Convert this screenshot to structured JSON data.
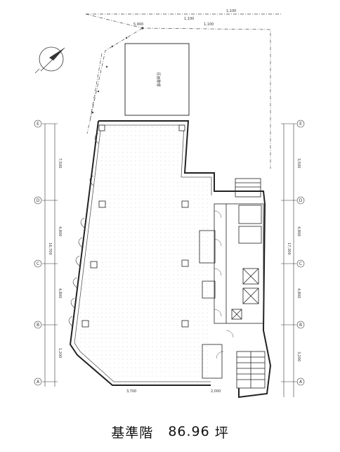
{
  "caption": {
    "floor_label": "基準階",
    "area_value": "86.96",
    "area_unit": "坪"
  },
  "axes": {
    "row_labels": [
      "E",
      "D",
      "C",
      "B",
      "A"
    ]
  },
  "dimensions": {
    "left_total": "16,700",
    "right_total": "17,300",
    "left_spans": [
      "7,500",
      "4,800",
      "4,800",
      "1,200"
    ],
    "right_spans": [
      "3,500",
      "4,800",
      "4,800",
      "3,200"
    ],
    "top_spans": [
      "5,900",
      "1,100"
    ],
    "bottom_spans": [
      "3,700",
      "2,000"
    ]
  }
}
